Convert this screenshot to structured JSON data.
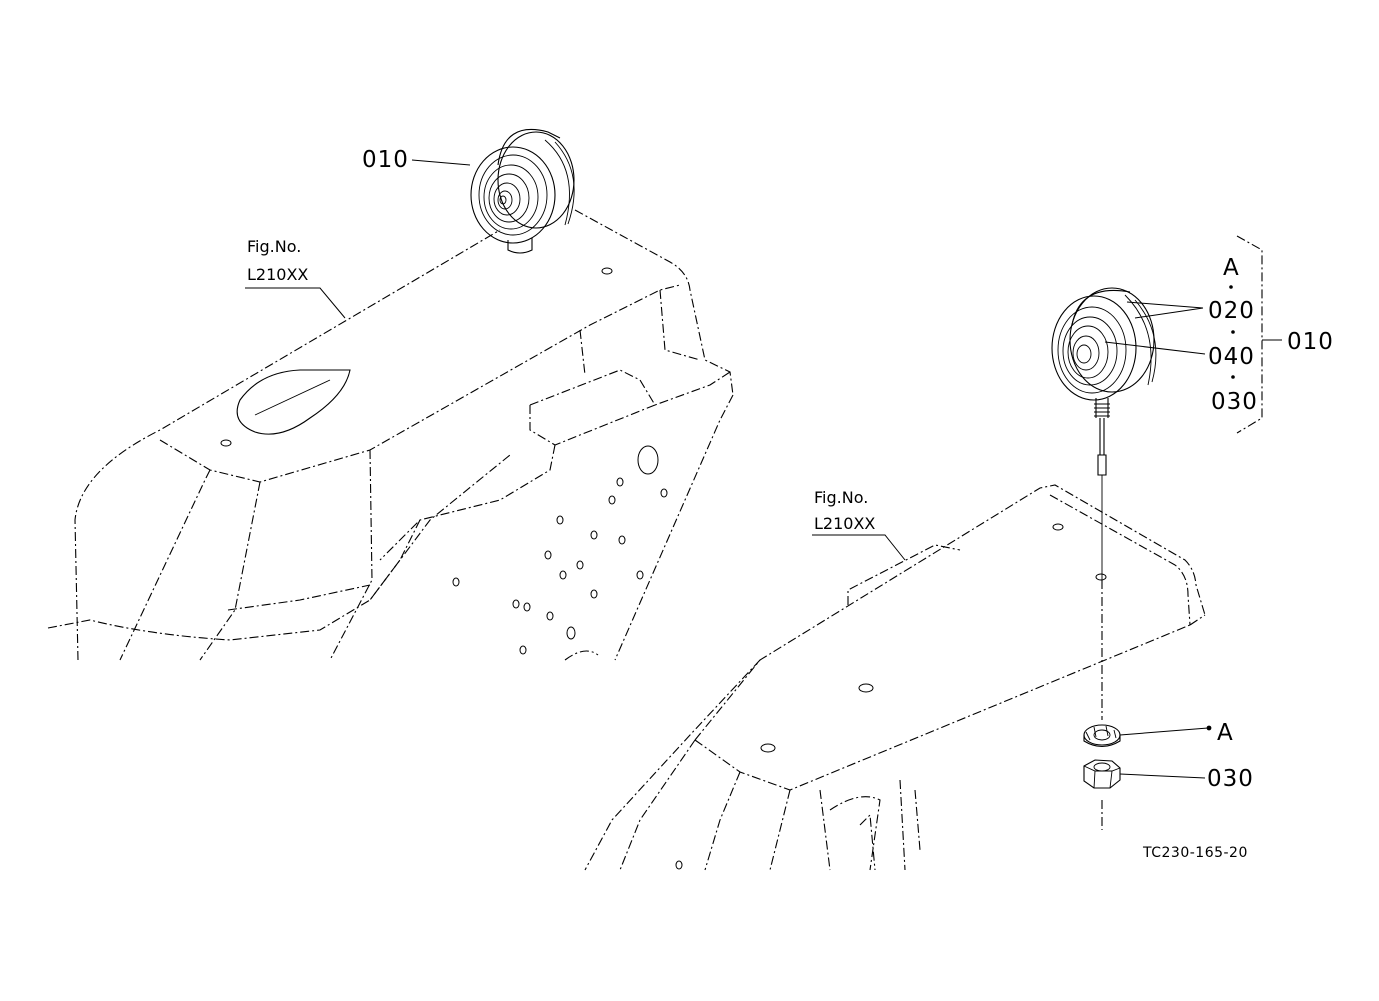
{
  "callouts": {
    "left_010": "010",
    "right_010": "010",
    "label_A_top": "A",
    "label_020": "020",
    "label_040": "040",
    "label_030_top": "030",
    "label_A_washer": "A",
    "label_030_nut": "030"
  },
  "fig_refs": {
    "left": {
      "line1": "Fig.No.",
      "line2": "L210XX"
    },
    "right": {
      "line1": "Fig.No.",
      "line2": "L210XX"
    }
  },
  "drawing_code": "TC230-165-20"
}
